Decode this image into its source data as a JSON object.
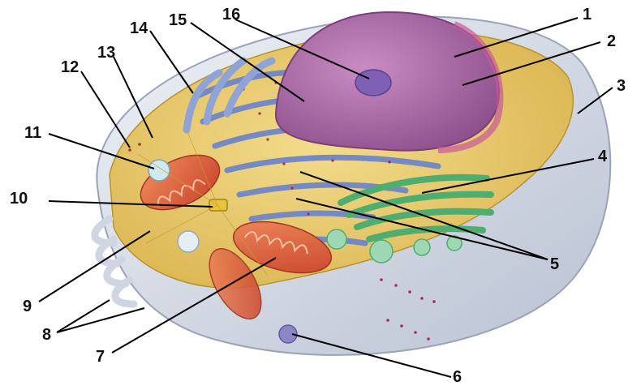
{
  "labels": [
    {
      "id": "1",
      "text": "1"
    },
    {
      "id": "2",
      "text": "2"
    },
    {
      "id": "3",
      "text": "3"
    },
    {
      "id": "4",
      "text": "4"
    },
    {
      "id": "5",
      "text": "5"
    },
    {
      "id": "6",
      "text": "6"
    },
    {
      "id": "7",
      "text": "7"
    },
    {
      "id": "8",
      "text": "8"
    },
    {
      "id": "9",
      "text": "9"
    },
    {
      "id": "10",
      "text": "10"
    },
    {
      "id": "11",
      "text": "11"
    },
    {
      "id": "12",
      "text": "12"
    },
    {
      "id": "13",
      "text": "13"
    },
    {
      "id": "14",
      "text": "14"
    },
    {
      "id": "15",
      "text": "15"
    },
    {
      "id": "16",
      "text": "16"
    }
  ],
  "colors": {
    "cytoplasm": "#e9c96a",
    "membrane": "#d9dde6",
    "nucleus": "#b06aa8",
    "nucleolus": "#7e61b5",
    "er": "#6f86c8",
    "golgi": "#4fae6f",
    "mitochondrion": "#e0603a",
    "vesicle": "#d8eef0",
    "ribosome": "#a0304a"
  }
}
